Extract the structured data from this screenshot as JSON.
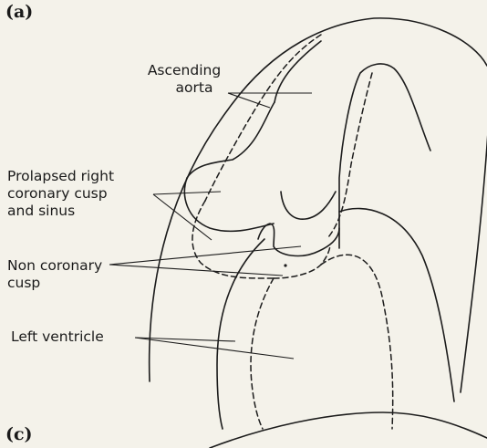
{
  "panels": {
    "top": "(a)",
    "bottom": "(c)"
  },
  "labels": {
    "ascending_aorta": [
      "Ascending",
      "aorta"
    ],
    "prolapsed_cusp": [
      "Prolapsed right",
      "coronary cusp",
      "and sinus"
    ],
    "non_coronary_cusp": [
      "Non coronary",
      "cusp"
    ],
    "left_ventricle": [
      "Left ventricle"
    ]
  },
  "colors": {
    "paper": "#f4f2ea",
    "ink": "#1c1c1c"
  }
}
